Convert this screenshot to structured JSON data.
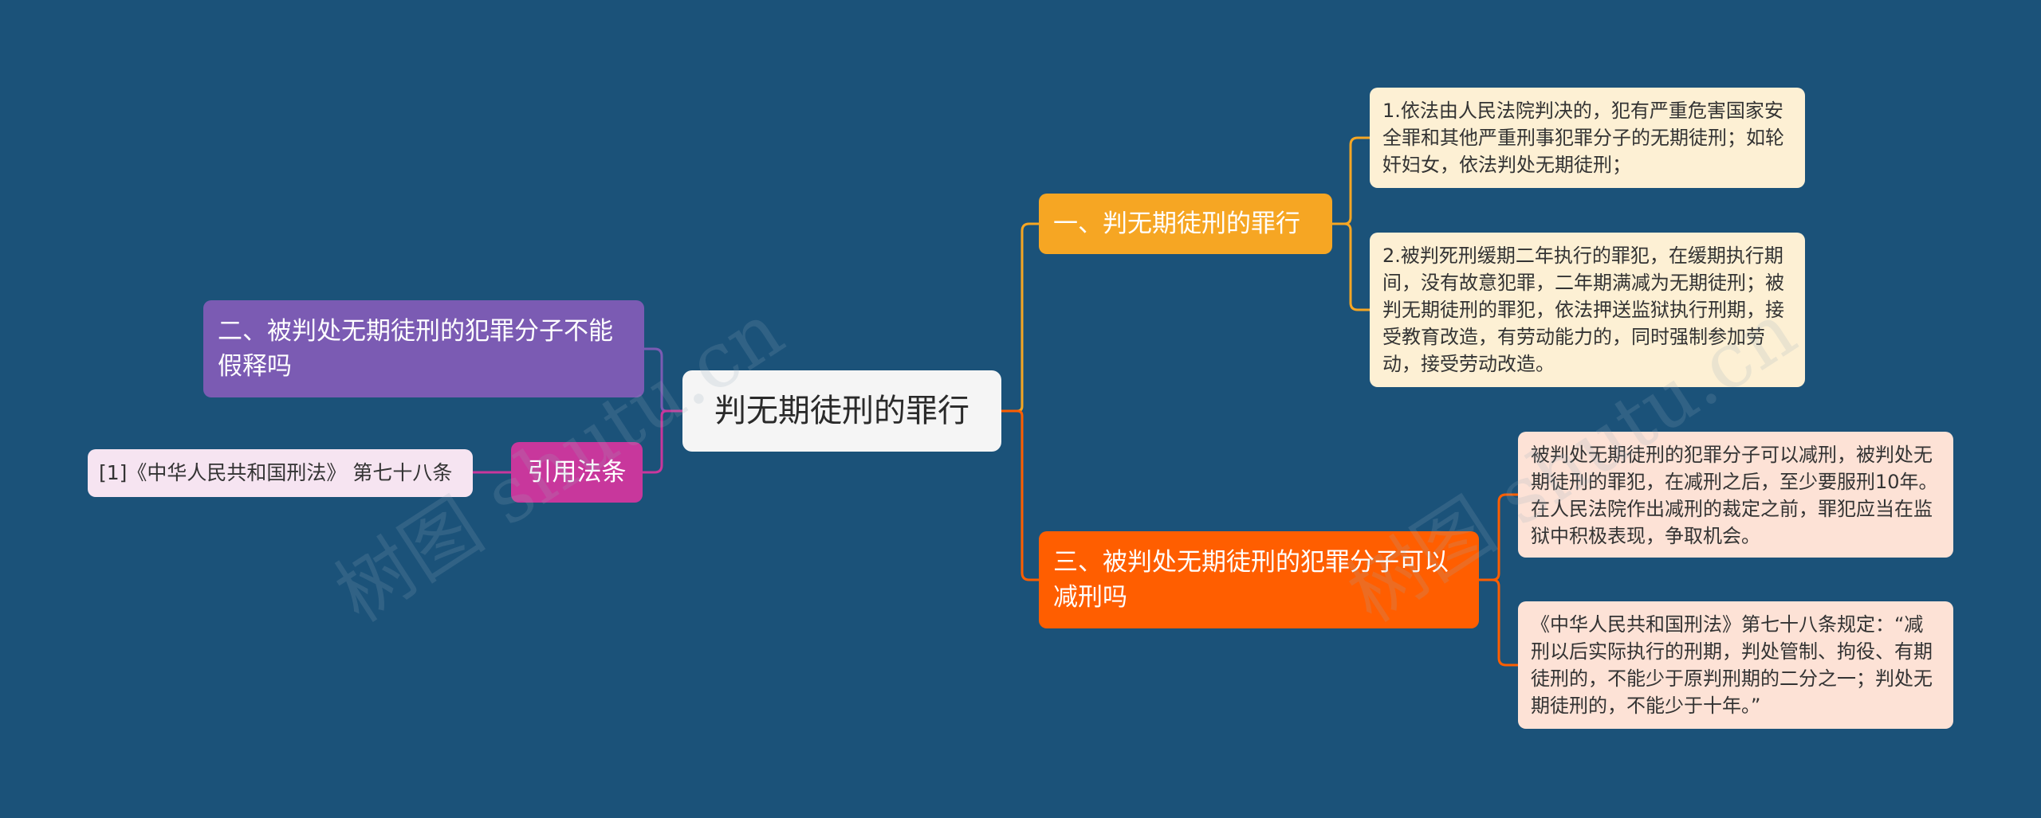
{
  "root": {
    "label": "判无期徒刑的罪行"
  },
  "branches": {
    "crime": {
      "label": "一、判无期徒刑的罪行",
      "items": [
        "1.依法由人民法院判决的，犯有严重危害国家安全罪和其他严重刑事犯罪分子的无期徒刑；如轮奸妇女，依法判处无期徒刑；",
        "2.被判死刑缓期二年执行的罪犯，在缓期执行期间，没有故意犯罪，二年期满减为无期徒刑；被判无期徒刑的罪犯，依法押送监狱执行刑期，接受教育改造，有劳动能力的，同时强制参加劳动，接受劳动改造。"
      ]
    },
    "reduce": {
      "label": "三、被判处无期徒刑的犯罪分子可以减刑吗",
      "items": [
        "被判处无期徒刑的犯罪分子可以减刑，被判处无期徒刑的罪犯，在减刑之后，至少要服刑10年。在人民法院作出减刑的裁定之前，罪犯应当在监狱中积极表现，争取机会。",
        "《中华人民共和国刑法》第七十八条规定：“减刑以后实际执行的刑期，判处管制、拘役、有期徒刑的，不能少于原判刑期的二分之一；判处无期徒刑的，不能少于十年。”"
      ]
    },
    "parole": {
      "label": "二、被判处无期徒刑的犯罪分子不能假释吗"
    },
    "law": {
      "label": "引用法条",
      "items": [
        "[1]《中华人民共和国刑法》 第七十八条"
      ]
    }
  },
  "watermark": "树图 shutu.cn",
  "colors": {
    "background": "#1b5279",
    "crime": "#f6a623",
    "reduce": "#ff5e00",
    "parole": "#7b5bb3",
    "law": "#c8379c"
  }
}
